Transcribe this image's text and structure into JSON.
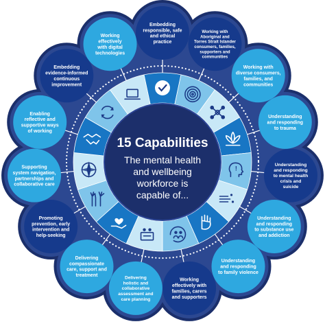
{
  "center": {
    "title": "15 Capabilities",
    "subtitle_lines": [
      "The mental health",
      "and wellbeing",
      "workforce is",
      "capable of..."
    ]
  },
  "colors": {
    "outer_border": "#1b2f6b",
    "outer_blob": "#2c4891",
    "bubble_light": "#2ea8e0",
    "bubble_dark": "#163a8c",
    "wedge_light": "#c8e8f7",
    "wedge_mid": "#7fc4ea",
    "wedge_dark": "#1876c4",
    "inner_ring": "#2b4596",
    "center_fill": "#1c2f6b",
    "icon_ring_dark": "#1c3a87"
  },
  "capabilities": [
    {
      "icon": "checkmark-circle-icon",
      "tone": "dark",
      "lines": [
        "Embedding",
        "responsible, safe",
        "and ethical",
        "practice"
      ]
    },
    {
      "icon": "target-rings-icon",
      "tone": "dark",
      "lines": [
        "Working with",
        "Aboriginal and",
        "Torres Strait Islander",
        "consumers, families,",
        "supporters and",
        "communities"
      ]
    },
    {
      "icon": "network-people-icon",
      "tone": "light",
      "lines": [
        "Working with",
        "diverse consumers,",
        "families, and",
        "communities"
      ]
    },
    {
      "icon": "lotus-icon",
      "tone": "light",
      "lines": [
        "Understanding",
        "and responding",
        "to trauma"
      ]
    },
    {
      "icon": "head-alert-icon",
      "tone": "dark",
      "lines": [
        "Understanding",
        "and responding",
        "to mental health",
        "crisis and",
        "suicide"
      ]
    },
    {
      "icon": "substance-icon",
      "tone": "light",
      "lines": [
        "Understanding",
        "and responding",
        "to substance use",
        "and addiction"
      ]
    },
    {
      "icon": "stop-hand-icon",
      "tone": "light",
      "lines": [
        "Understanding",
        "and responding",
        "to family violence"
      ]
    },
    {
      "icon": "family-circle-icon",
      "tone": "dark",
      "lines": [
        "Working",
        "effectively with",
        "families, carers",
        "and supporters"
      ]
    },
    {
      "icon": "collaboration-icon",
      "tone": "light",
      "lines": [
        "Delivering",
        "holistic and",
        "collaborative",
        "assessment and",
        "care planning"
      ]
    },
    {
      "icon": "caring-hand-icon",
      "tone": "light",
      "lines": [
        "Delivering",
        "compassionate",
        "care, support and",
        "treatment"
      ]
    },
    {
      "icon": "raised-hands-icon",
      "tone": "dark",
      "lines": [
        "Promoting",
        "prevention, early",
        "intervention and",
        "help-seeking"
      ]
    },
    {
      "icon": "compass-icon",
      "tone": "light",
      "lines": [
        "Supporting",
        "system navigation,",
        "partnerships and",
        "collaborative care"
      ]
    },
    {
      "icon": "handshake-icon",
      "tone": "light",
      "lines": [
        "Enabling",
        "reflective and",
        "supportive ways",
        "of working"
      ]
    },
    {
      "icon": "cycle-arrows-icon",
      "tone": "dark",
      "lines": [
        "Embedding",
        "evidence-informed",
        "continuous",
        "improvement"
      ]
    },
    {
      "icon": "laptop-icon",
      "tone": "light",
      "lines": [
        "Working",
        "effectively",
        "with digital",
        "technologies"
      ]
    }
  ]
}
